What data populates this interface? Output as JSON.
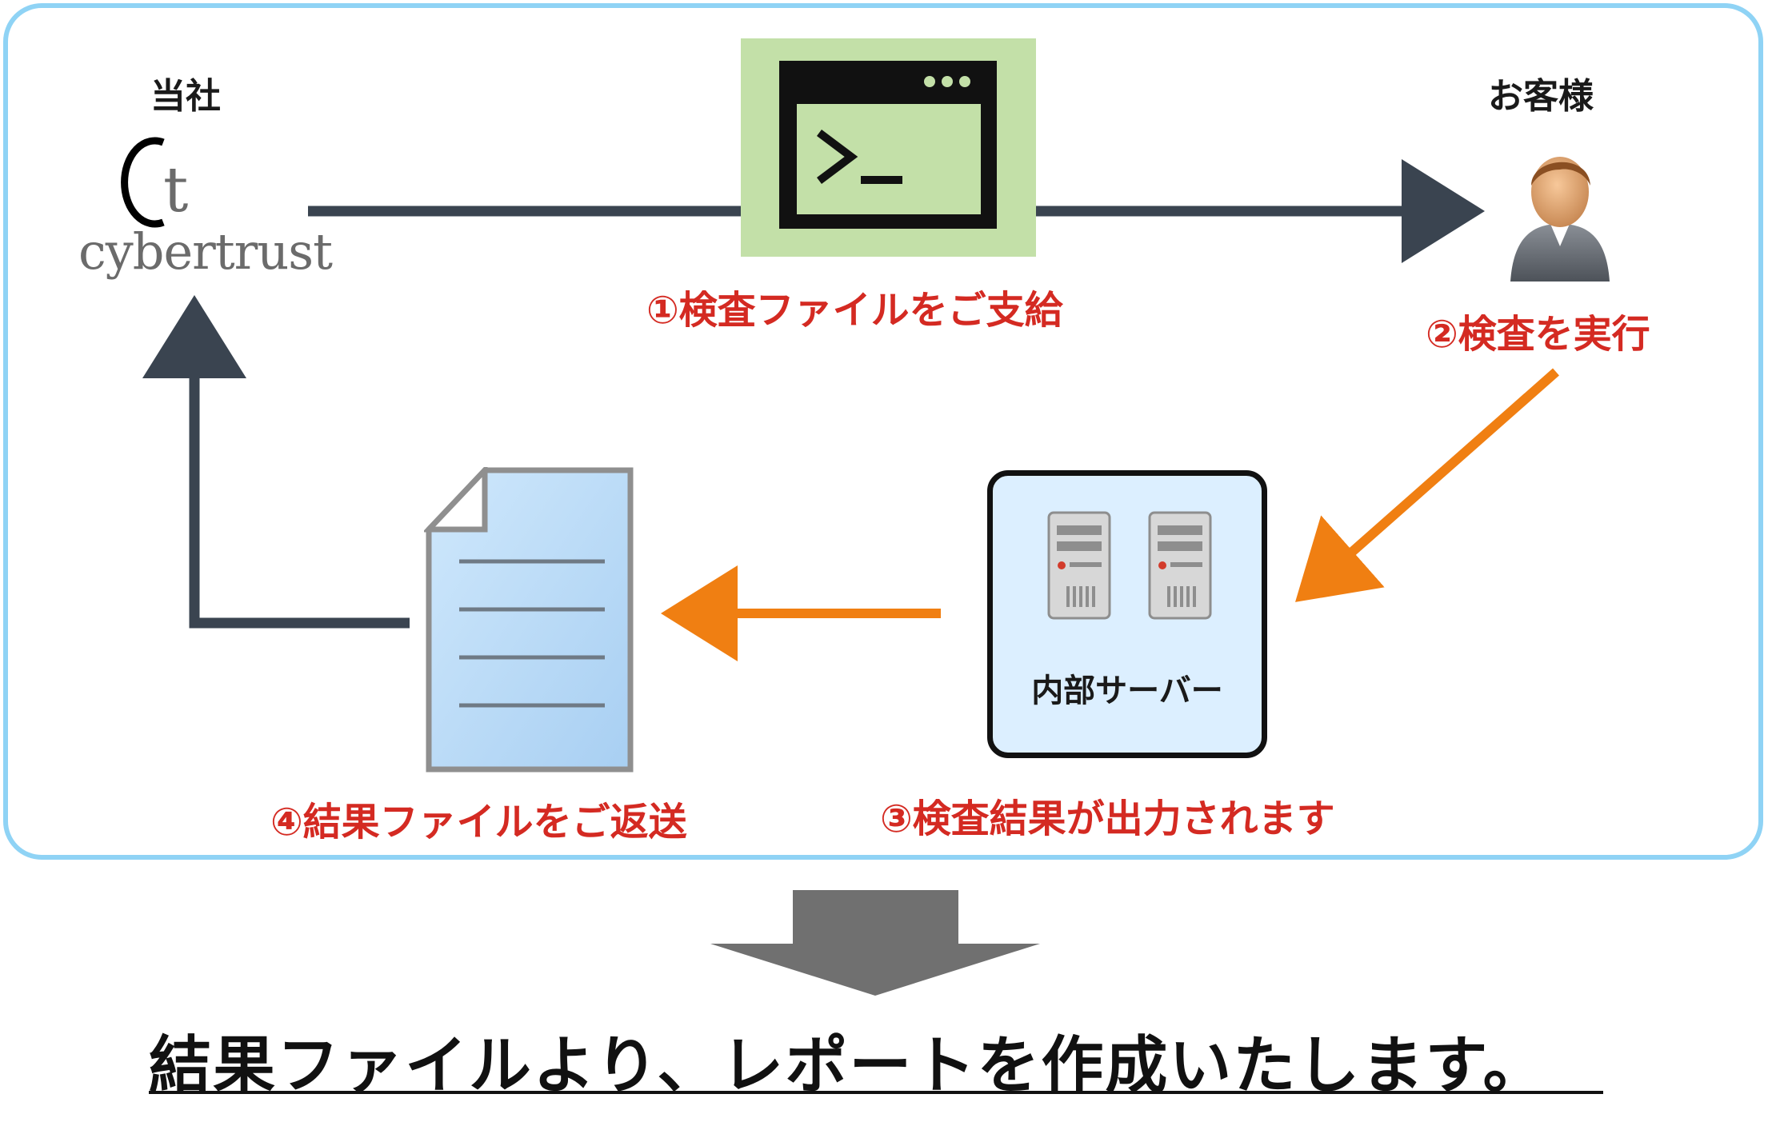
{
  "diagram": {
    "company_label": "当社",
    "customer_label": "お客様",
    "logo": {
      "mark": "ct",
      "text": "cybertrust"
    },
    "steps": {
      "step1": "①検査ファイルをご支給",
      "step2": "②検査を実行",
      "step3": "③検査結果が出力されます",
      "step4": "④結果ファイルをご返送"
    },
    "server_label": "内部サーバー",
    "conclusion": "結果ファイルより、レポートを作成いたします。"
  },
  "colors": {
    "frame": "#8fd3f5",
    "dark_arrow": "#3a4450",
    "orange_arrow": "#f07f12",
    "red_text": "#d42a22",
    "gray_arrow": "#707070",
    "terminal_bg": "#c3e0a8",
    "server_bg": "#dcefff",
    "document_fill": "#b9dcf7"
  },
  "icons": [
    "cybertrust-logo-icon",
    "terminal-icon",
    "user-avatar-icon",
    "server-icon",
    "document-icon",
    "down-arrow-icon"
  ]
}
